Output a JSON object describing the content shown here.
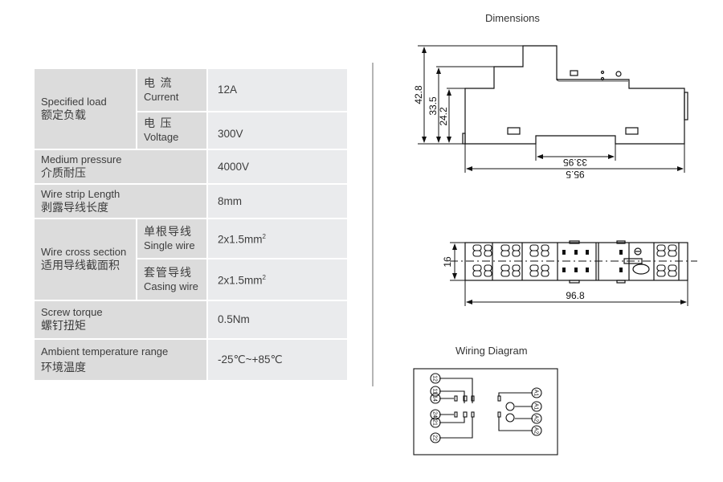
{
  "specs": {
    "specified_load": {
      "label_en": "Specified load",
      "label_zh": "额定负载",
      "current": {
        "sub_zh": "电 流",
        "sub_en": "Current",
        "value": "12A"
      },
      "voltage": {
        "sub_zh": "电 压",
        "sub_en": "Voltage",
        "value": "300V"
      }
    },
    "medium_pressure": {
      "label_en": "Medium pressure",
      "label_zh": "介质耐压",
      "value": "4000V"
    },
    "wire_strip_length": {
      "label_en": "Wire strip Length",
      "label_zh": "剥露导线长度",
      "value": "8mm"
    },
    "wire_cross_section": {
      "label_en": "Wire cross section",
      "label_zh": "适用导线截面积",
      "single": {
        "sub_zh": "单根导线",
        "sub_en": "Single wire",
        "value": "2x1.5mm",
        "sup": "2"
      },
      "casing": {
        "sub_zh": "套管导线",
        "sub_en": "Casing wire",
        "value": "2x1.5mm",
        "sup": "2"
      }
    },
    "screw_torque": {
      "label_en": "Screw torque",
      "label_zh": "螺钉扭矩",
      "value": "0.5Nm"
    },
    "ambient_temperature": {
      "label_en": "Ambient temperature range",
      "label_zh": "环境温度",
      "value": "-25℃~+85℃"
    }
  },
  "dimensions": {
    "title": "Dimensions",
    "side_view": {
      "height_total": "42.8",
      "height_mid": "33.5",
      "height_low": "24.2",
      "rail_width": "33.95",
      "length": "95.5"
    },
    "top_view": {
      "width": "16",
      "length": "96.8"
    }
  },
  "wiring": {
    "title": "Wiring Diagram",
    "left_terminals": [
      "12",
      "11",
      "14",
      "24",
      "21",
      "22"
    ],
    "right_terminals": [
      "A1",
      "A1",
      "A2",
      "A2"
    ]
  }
}
